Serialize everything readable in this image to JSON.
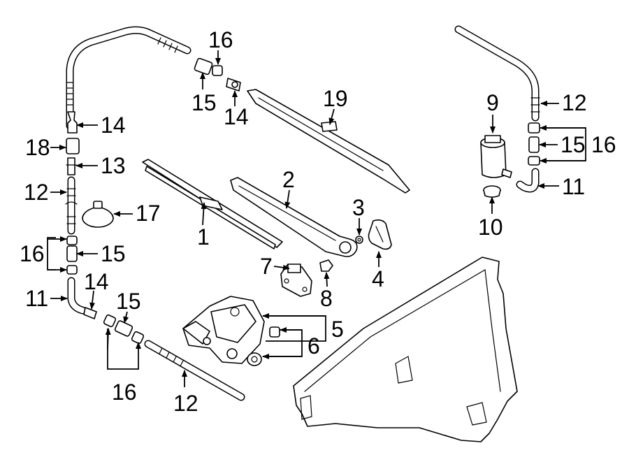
{
  "callouts": {
    "c1": "1",
    "c2": "2",
    "c3": "3",
    "c4": "4",
    "c5": "5",
    "c6": "6",
    "c7": "7",
    "c8": "8",
    "c9": "9",
    "c10": "10",
    "c11a": "11",
    "c11b": "11",
    "c12a": "12",
    "c12b": "12",
    "c12c": "12",
    "c13": "13",
    "c14a": "14",
    "c14b": "14",
    "c14c": "14",
    "c15a": "15",
    "c15b": "15",
    "c15c": "15",
    "c15d": "15",
    "c16a": "16",
    "c16b": "16",
    "c16c": "16",
    "c16d": "16",
    "c17": "17",
    "c18": "18",
    "c19": "19"
  }
}
